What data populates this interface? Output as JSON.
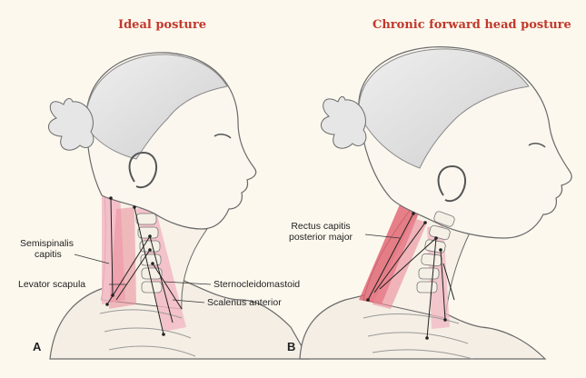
{
  "panels": [
    {
      "letter": "A",
      "title": "Ideal posture",
      "labels": {
        "semispinalis_line1": "Semispinalis",
        "semispinalis_line2": "capitis",
        "levator": "Levator scapula",
        "sternocleidomastoid": "Sternocleidomastoid",
        "scalenus": "Scalenus anterior"
      }
    },
    {
      "letter": "B",
      "title": "Chronic forward head posture",
      "labels": {
        "rectus_line1": "Rectus capitis",
        "rectus_line2": "posterior major"
      }
    }
  ],
  "colors": {
    "title": "#c0392b",
    "muscle_light": "#f2b7c3",
    "muscle_strong": "#e0606e",
    "hair": "#d9d9d9",
    "skin_line": "#6a6a6a",
    "background": "#fdf8ee"
  }
}
